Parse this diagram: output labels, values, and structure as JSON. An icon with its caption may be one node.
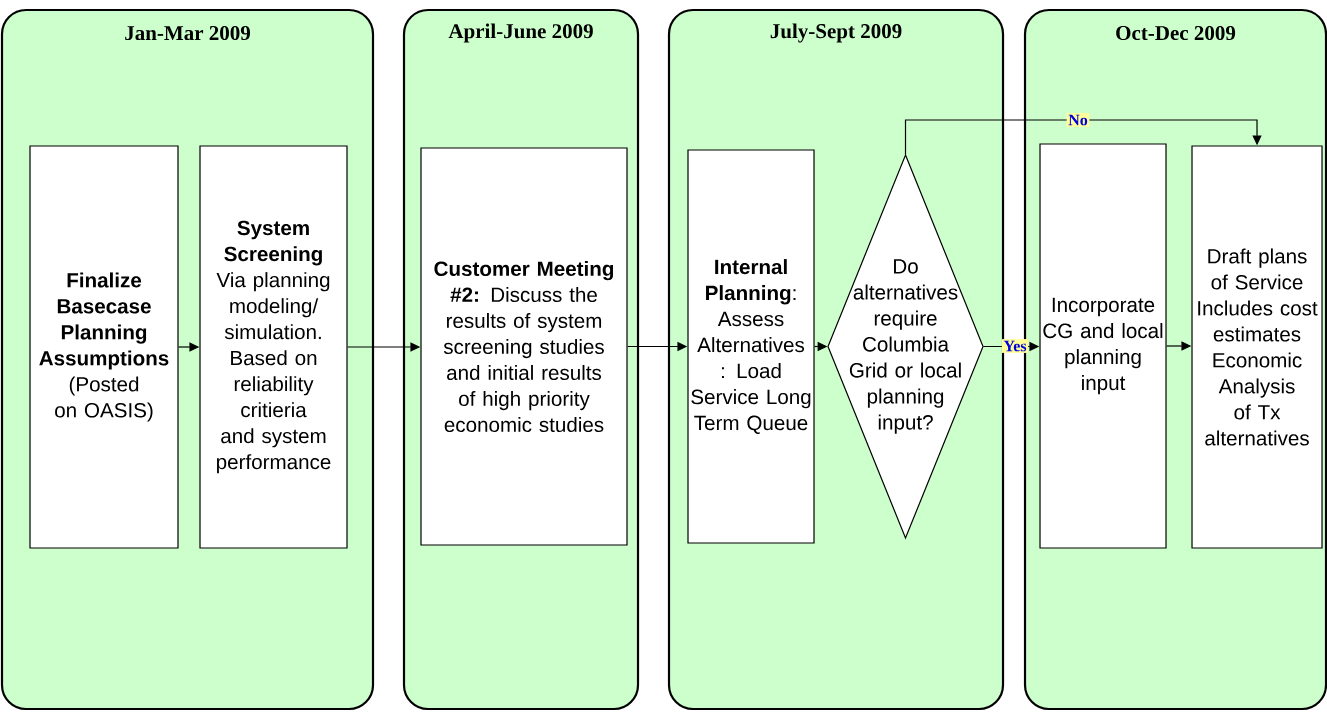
{
  "diagram": {
    "nodes": [
      {
        "text": [
          "Jan-Mar 2009"
        ]
      },
      {
        "text": [
          "April-June 2009"
        ]
      },
      {
        "text": [
          "July-Sept 2009"
        ]
      },
      {
        "text": [
          "Oct-Dec 2009"
        ]
      },
      {
        "text": [
          "**Finalize Basecase Planning Assumptions** (Posted on OASIS)"
        ],
        "in": 0
      },
      {
        "text": [
          "**System Screening** Via planning modeling/ simulation. Based on reliability critieria and system performance"
        ],
        "in": 0
      },
      {
        "text": [
          "**Customer Meeting #2:** Discuss the results of system screening studies and initial results of high priority economic studies"
        ],
        "in": 1
      },
      {
        "text": [
          "**Internal Planning**: Assess Alternatives : Load Service Long Term Queue"
        ],
        "in": 2
      },
      {
        "text": [
          "Do alternatives require Columbia Grid or local planning input?"
        ],
        "in": 2
      },
      {
        "text": [
          "Incorporate CG and local planning input"
        ],
        "in": 3
      },
      {
        "text": [
          "Draft plans of Service Includes cost estimates Economic Analysis of Tx alternatives"
        ],
        "in": 3
      }
    ],
    "edges": [
      {
        "from": 4,
        "to": 5,
        "arrow": "to"
      },
      {
        "from": 5,
        "to": 6,
        "arrow": "to"
      },
      {
        "from": 6,
        "to": 7,
        "arrow": "to"
      },
      {
        "from": 7,
        "to": 8,
        "arrow": "to"
      },
      {
        "from": 8,
        "to": 9,
        "arrow": "to",
        "label": "Yes"
      },
      {
        "from": 8,
        "to": 10,
        "arrow": "to",
        "label": "No"
      },
      {
        "from": 9,
        "to": 10,
        "arrow": "to"
      }
    ]
  }
}
